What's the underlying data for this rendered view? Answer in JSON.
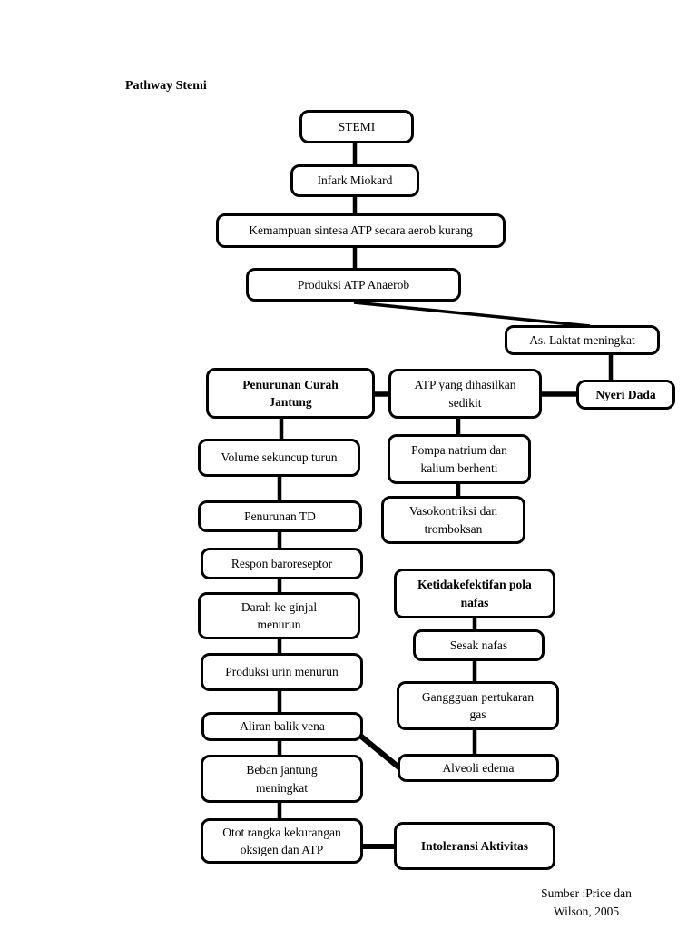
{
  "page": {
    "title": "Pathway Stemi",
    "source_line1": "Sumber :Price dan",
    "source_line2": "Wilson, 2005"
  },
  "colors": {
    "background": "#ffffff",
    "line": "#000000",
    "text": "#000000"
  },
  "nodes": {
    "stemi": "STEMI",
    "infark_miokard": "Infark Miokard",
    "kemampuan_sintesa": "Kemampuan sintesa ATP secara aerob kurang",
    "produksi_atp_anaerob": "Produksi ATP Anaerob",
    "as_laktat_meningkat": "As. Laktat meningkat",
    "penurunan_curah_jantung": "Penurunan Curah\nJantung",
    "atp_yang_dihasilkan_sedikit": "ATP yang dihasilkan\nsedikit",
    "nyeri_dada": "Nyeri Dada",
    "volume_sekuncup_turun": "Volume sekuncup turun",
    "pompa_natrium": "Pompa natrium dan\nkalium berhenti",
    "penurunan_td": "Penurunan TD",
    "vasokontriksi": "Vasokontriksi dan\ntromboksan",
    "respon_baroreseptor": "Respon baroreseptor",
    "ketidakefektifan_pola_nafas": "Ketidakefektifan pola\nnafas",
    "darah_ke_ginjal_menurun": "Darah ke ginjal\nmenurun",
    "sesak_nafas": "Sesak nafas",
    "produksi_urin_menurun": "Produksi urin menurun",
    "ganggguan_pertukaran_gas": "Ganggguan pertukaran\ngas",
    "aliran_balik_vena": "Aliran balik vena",
    "alveoli_edema": "Alveoli edema",
    "beban_jantung_meningkat": "Beban jantung\nmeningkat",
    "otot_rangka": "Otot rangka kekurangan\noksigen dan ATP",
    "intoleransi_aktivitas": "Intoleransi Aktivitas"
  },
  "edges": [
    {
      "from": "stemi",
      "to": "infark_miokard"
    },
    {
      "from": "infark_miokard",
      "to": "kemampuan_sintesa"
    },
    {
      "from": "kemampuan_sintesa",
      "to": "produksi_atp_anaerob"
    },
    {
      "from": "produksi_atp_anaerob",
      "to": "as_laktat_meningkat"
    },
    {
      "from": "as_laktat_meningkat",
      "to": "nyeri_dada"
    },
    {
      "from": "penurunan_curah_jantung",
      "to": "atp_yang_dihasilkan_sedikit"
    },
    {
      "from": "atp_yang_dihasilkan_sedikit",
      "to": "nyeri_dada"
    },
    {
      "from": "penurunan_curah_jantung",
      "to": "volume_sekuncup_turun"
    },
    {
      "from": "atp_yang_dihasilkan_sedikit",
      "to": "pompa_natrium"
    },
    {
      "from": "volume_sekuncup_turun",
      "to": "penurunan_td"
    },
    {
      "from": "pompa_natrium",
      "to": "vasokontriksi"
    },
    {
      "from": "penurunan_td",
      "to": "respon_baroreseptor"
    },
    {
      "from": "respon_baroreseptor",
      "to": "darah_ke_ginjal_menurun"
    },
    {
      "from": "ketidakefektifan_pola_nafas",
      "to": "sesak_nafas"
    },
    {
      "from": "darah_ke_ginjal_menurun",
      "to": "produksi_urin_menurun"
    },
    {
      "from": "sesak_nafas",
      "to": "ganggguan_pertukaran_gas"
    },
    {
      "from": "produksi_urin_menurun",
      "to": "aliran_balik_vena"
    },
    {
      "from": "ganggguan_pertukaran_gas",
      "to": "alveoli_edema"
    },
    {
      "from": "aliran_balik_vena",
      "to": "beban_jantung_meningkat"
    },
    {
      "from": "aliran_balik_vena",
      "to": "alveoli_edema"
    },
    {
      "from": "beban_jantung_meningkat",
      "to": "otot_rangka"
    },
    {
      "from": "otot_rangka",
      "to": "intoleransi_aktivitas"
    }
  ]
}
